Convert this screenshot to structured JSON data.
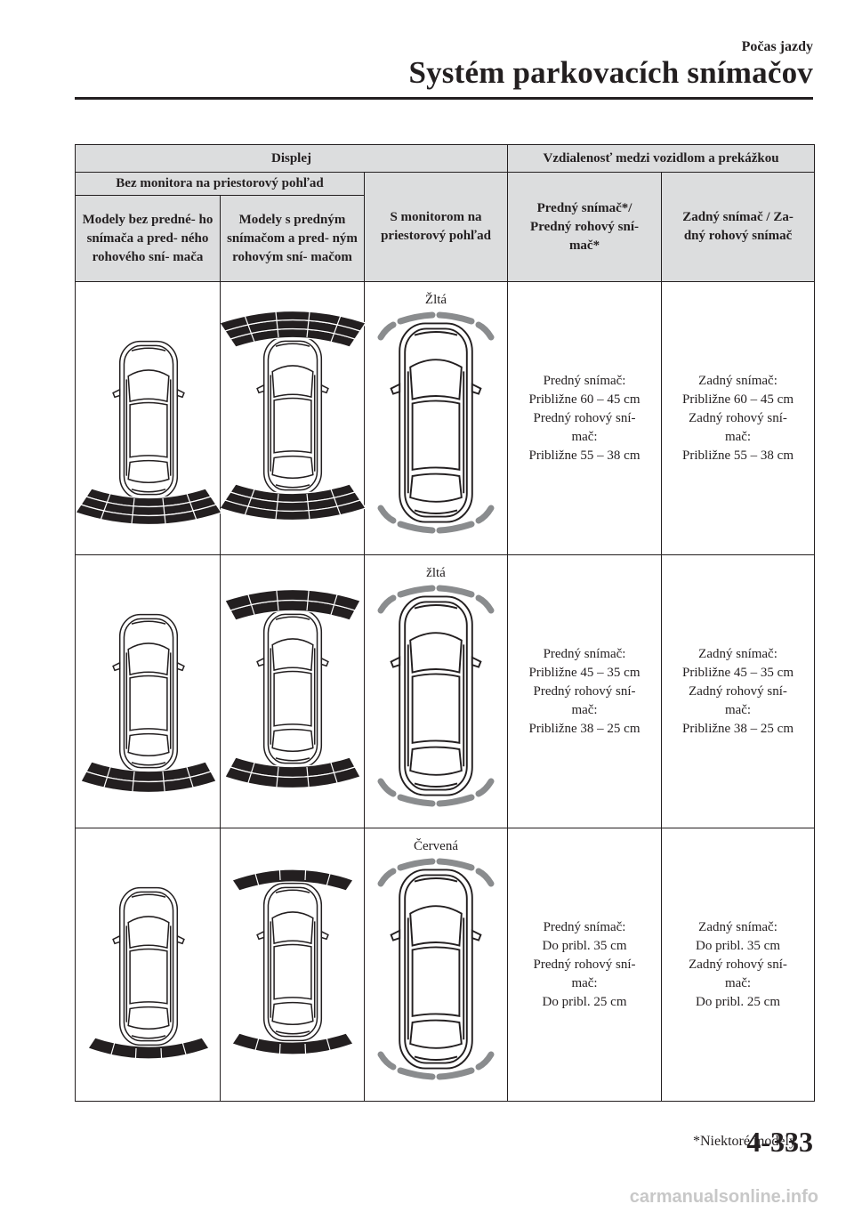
{
  "header": {
    "section": "Počas jazdy",
    "title": "Systém parkovacích snímačov"
  },
  "table": {
    "head": {
      "display": "Displej",
      "distance": "Vzdialenosť medzi vozidlom a prekážkou",
      "no_monitor": "Bez monitora na priestorový pohľad",
      "with_monitor": "S monitorom na priestorový pohľad",
      "front_sensor": "Predný snímač*/ Predný rohový sní- mač*",
      "rear_sensor": "Zadný snímač / Za- dný rohový snímač",
      "models_without_front": "Modely bez predné- ho snímača a pred- ného rohového sní- mača",
      "models_with_front": "Modely s predným snímačom a pred- ným rohovým sní- mačom"
    },
    "rows": [
      {
        "color_label": "Žltá",
        "front": [
          "Predný snímač:",
          "Približne 60 – 45 cm",
          "Predný rohový sní-",
          "mač:",
          "Približne 55 – 38 cm"
        ],
        "rear": [
          "Zadný snímač:",
          "Približne 60 – 45 cm",
          "Zadný rohový sní-",
          "mač:",
          "Približne 55 – 38 cm"
        ]
      },
      {
        "color_label": "žltá",
        "front": [
          "Predný snímač:",
          "Približne 45 – 35 cm",
          "Predný rohový sní-",
          "mač:",
          "Približne 38 – 25 cm"
        ],
        "rear": [
          "Zadný snímač:",
          "Približne 45 – 35 cm",
          "Zadný rohový sní-",
          "mač:",
          "Približne 38 – 25 cm"
        ]
      },
      {
        "color_label": "Červená",
        "front": [
          "Predný snímač:",
          "Do pribl. 35 cm",
          "Predný rohový sní-",
          "mač:",
          "Do pribl. 25 cm"
        ],
        "rear": [
          "Zadný snímač:",
          "Do pribl. 35 cm",
          "Zadný rohový sní-",
          "mač:",
          "Do pribl. 25 cm"
        ]
      }
    ]
  },
  "footer": {
    "note": "*Niektoré modely.",
    "page_number": "4-333",
    "watermark": "carmanualsonline.info"
  },
  "icons": {
    "car": "car-top-view-icon",
    "segments": "sensor-segment-icon"
  },
  "colors": {
    "segment_dark": "#231f20",
    "segment_grey": "#8a8c8e",
    "header_bg": "#dcddde"
  }
}
